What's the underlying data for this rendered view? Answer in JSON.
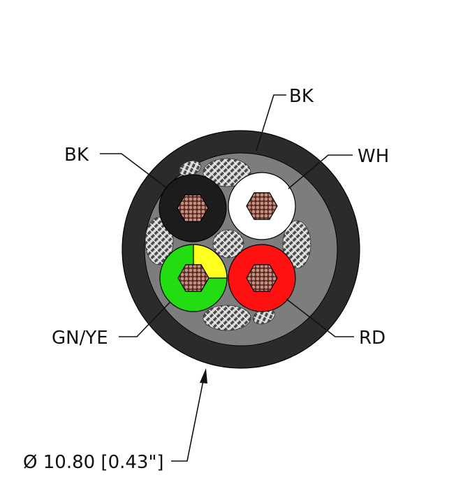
{
  "labels": {
    "jacket": "BK",
    "core_black": "BK",
    "core_white": "WH",
    "core_green_yellow": "GN/YE",
    "core_red": "RD",
    "diameter": "Ø 10.80 [0.43\"]"
  },
  "colors": {
    "jacket": "#2b2b2b",
    "black": "#1c1c1c",
    "white": "#ffffff",
    "green": "#22dd11",
    "yellow": "#ffff22",
    "red": "#ff1111",
    "conductor": "#a06a5c",
    "filler": "#8a8a8a"
  }
}
